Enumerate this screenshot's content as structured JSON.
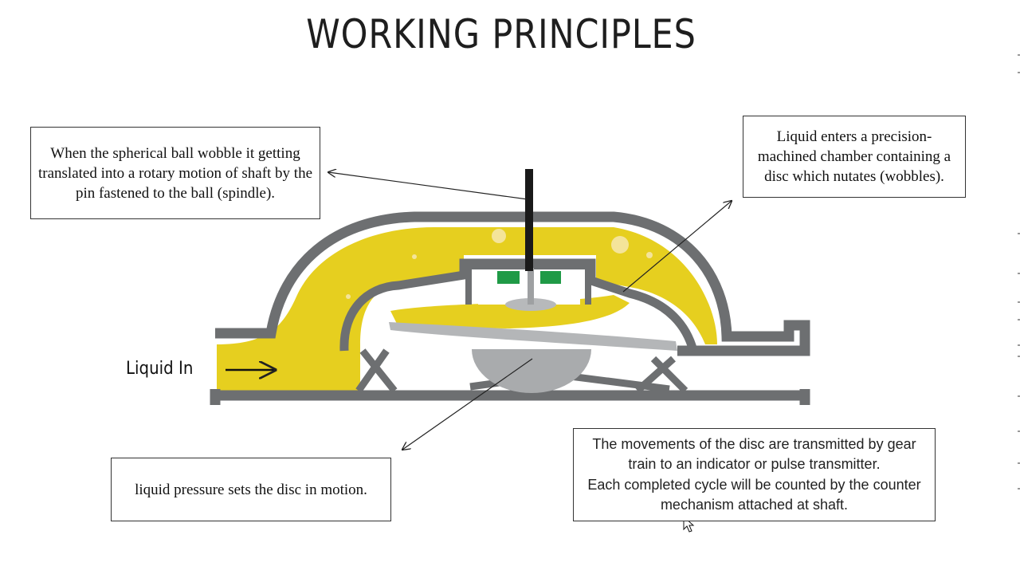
{
  "title": "WORKING PRINCIPLES",
  "labels": {
    "ball": "When the spherical ball wobble it getting translated into a rotary motion of shaft by the pin fastened to the ball (spindle).",
    "chamber": "Liquid enters a precision-machined chamber containing a disc which nutates (wobbles).",
    "pressure": "liquid pressure sets the disc in motion.",
    "movement_line1": "The movements of the disc are transmitted by gear train to an indicator or pulse transmitter.",
    "movement_line2": "Each completed cycle will be counted by the counter mechanism attached at shaft.",
    "liquid_in": "Liquid In"
  },
  "colors": {
    "housing": "#6d6f71",
    "liquid": "#e6cf1f",
    "disc": "#b4b6b8",
    "gear": "#1f9a46",
    "shaft": "#1a1a1a"
  },
  "icons": [
    "mouse-cursor-icon"
  ]
}
